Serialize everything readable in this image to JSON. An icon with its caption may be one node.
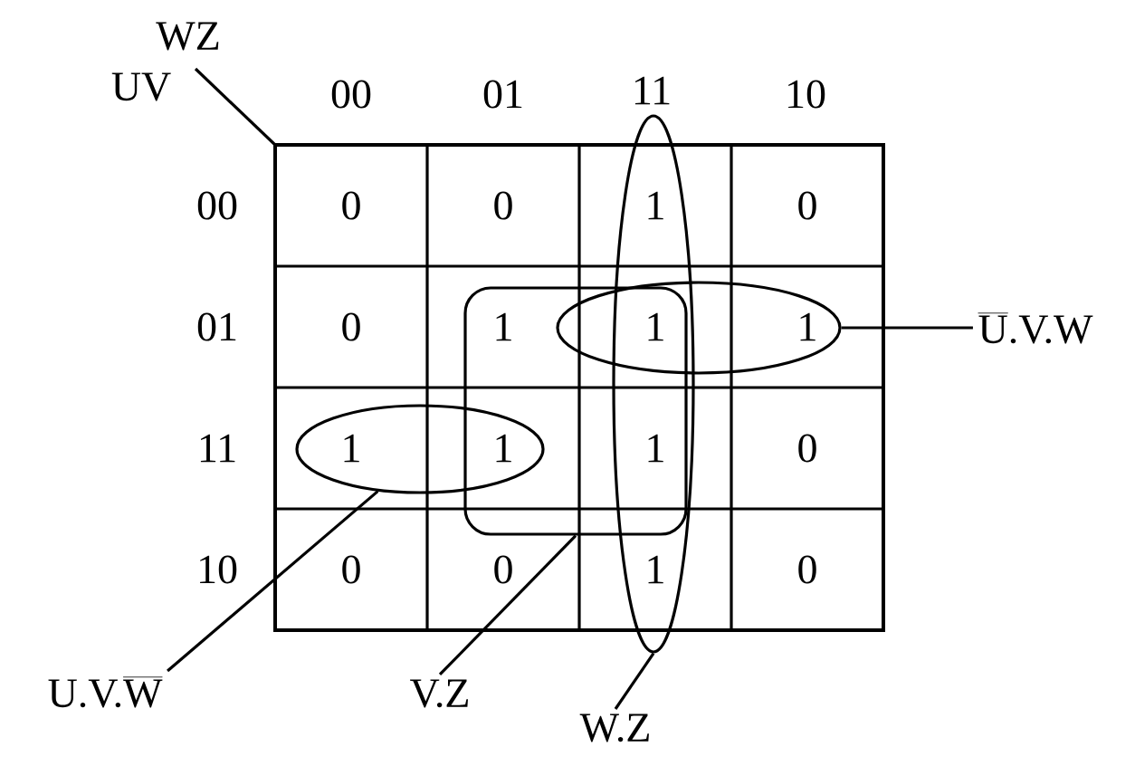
{
  "diagram": {
    "nodes": [
      {
        "text": [],
        "shape": "ellipse"
      },
      {
        "text": [],
        "shape": "ellipse"
      },
      {
        "text": [],
        "shape": "box"
      },
      {
        "text": [],
        "shape": "ellipse"
      },
      {
        "text": [
          "\\overline{\\hbox{U}}\\hbox{.V.W}"
        ]
      },
      {
        "text": [
          "\\hbox{U.V.}\\overline{\\hbox{W}}"
        ]
      },
      {
        "text": [
          "V.Z"
        ]
      },
      {
        "text": [
          "W.Z"
        ]
      }
    ],
    "edges": [
      {
        "from": 4,
        "to": 0,
        "arrow": "none"
      },
      {
        "from": 5,
        "to": 1,
        "arrow": "none"
      },
      {
        "from": 6,
        "to": 2,
        "arrow": "none"
      },
      {
        "from": 7,
        "to": 3,
        "arrow": "none"
      }
    ],
    "labels": [
      "WZ",
      "UV",
      "00",
      "01",
      "11",
      "10",
      "00",
      "0",
      "0",
      "1",
      "0",
      "01",
      "0",
      "1",
      "1",
      "1",
      "11",
      "1",
      "1",
      "1",
      "0",
      "10",
      "0",
      "0",
      "1",
      "0"
    ]
  }
}
